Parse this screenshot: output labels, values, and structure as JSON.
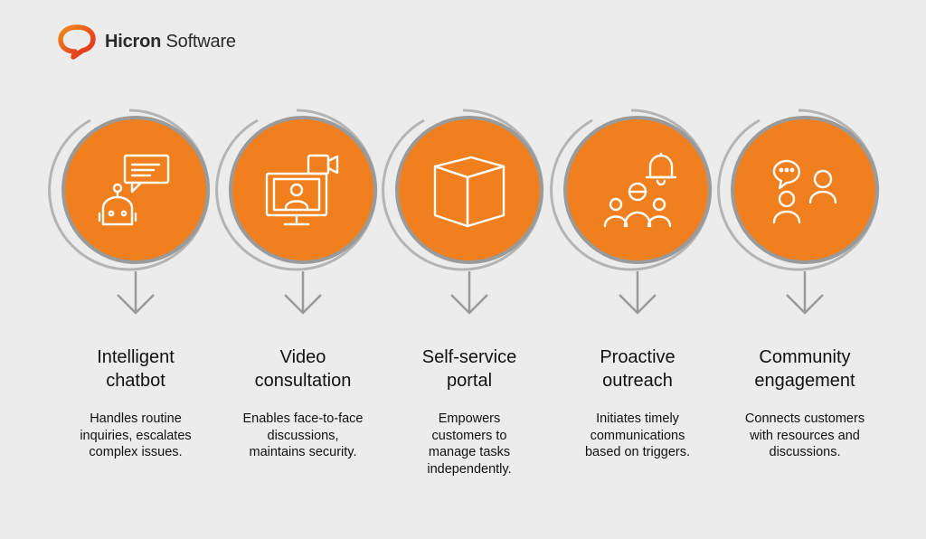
{
  "brand": {
    "name_bold": "Hicron",
    "name_light": "Software",
    "accent": "#f0801e",
    "logo_red": "#e2261d"
  },
  "steps": [
    {
      "title_line1": "Intelligent",
      "title_line2": "chatbot",
      "desc_lines": [
        "Handles routine",
        "inquiries, escalates",
        "complex issues."
      ],
      "icon": "chatbot-icon"
    },
    {
      "title_line1": "Video",
      "title_line2": "consultation",
      "desc_lines": [
        "Enables face-to-face",
        "discussions,",
        "maintains security."
      ],
      "icon": "video-call-icon"
    },
    {
      "title_line1": "Self-service",
      "title_line2": "portal",
      "desc_lines": [
        "Empowers",
        "customers to",
        "manage tasks",
        "independently."
      ],
      "icon": "box-icon"
    },
    {
      "title_line1": "Proactive",
      "title_line2": "outreach",
      "desc_lines": [
        "Initiates timely",
        "communications",
        "based on triggers."
      ],
      "icon": "bell-group-icon"
    },
    {
      "title_line1": "Community",
      "title_line2": "engagement",
      "desc_lines": [
        "Connects customers",
        "with resources and",
        "discussions."
      ],
      "icon": "community-chat-icon"
    }
  ]
}
